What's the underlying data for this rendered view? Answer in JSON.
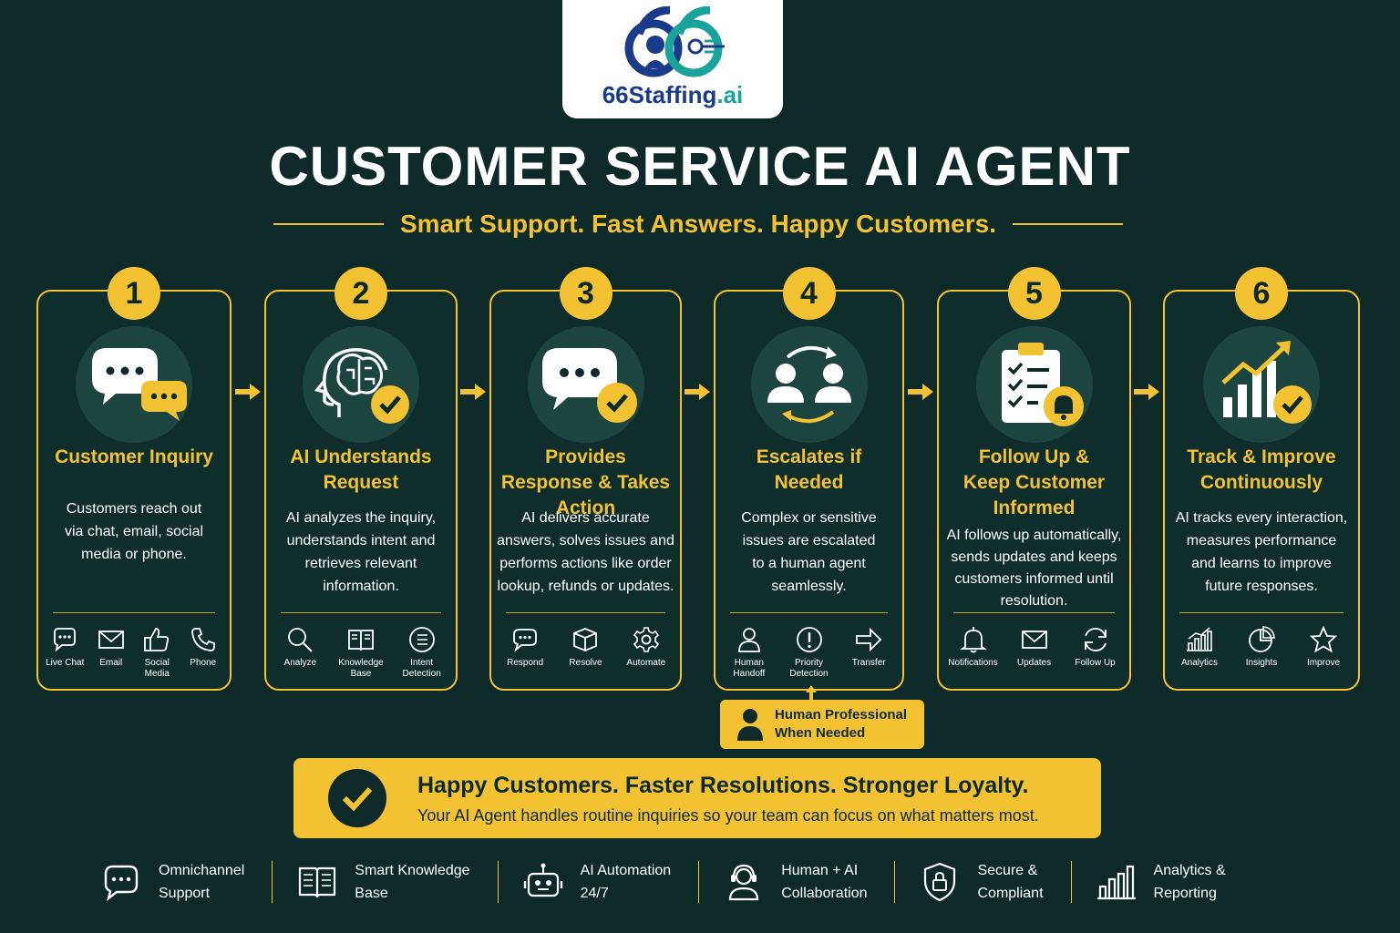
{
  "brand": {
    "name_main": "66Staffing",
    "name_suffix": ".ai"
  },
  "header": {
    "title": "CUSTOMER SERVICE AI AGENT",
    "subtitle": "Smart Support. Fast Answers. Happy Customers."
  },
  "colors": {
    "background": "#0d2a28",
    "accent": "#f2c233",
    "icon_circle": "#1d4540"
  },
  "steps": [
    {
      "number": "1",
      "title": "Customer Inquiry",
      "main_icon": "chat-bubbles-icon",
      "description": "Customers reach out via chat, email, social media or phone.",
      "channels": [
        {
          "label": "Live Chat",
          "icon": "chat-icon"
        },
        {
          "label": "Email",
          "icon": "mail-icon"
        },
        {
          "label": "Social Media",
          "icon": "thumbs-up-icon"
        },
        {
          "label": "Phone",
          "icon": "phone-icon"
        }
      ]
    },
    {
      "number": "2",
      "title": "AI Understands Request",
      "main_icon": "brain-check-icon",
      "description": "AI analyzes the inquiry, understands intent and retrieves relevant information.",
      "channels": [
        {
          "label": "Analyze",
          "icon": "magnifier-icon"
        },
        {
          "label": "Knowledge Base",
          "icon": "book-icon"
        },
        {
          "label": "Intent Detection",
          "icon": "list-circle-icon"
        }
      ]
    },
    {
      "number": "3",
      "title": "Provides Response & Takes Action",
      "main_icon": "chat-check-icon",
      "description": "AI delivers accurate answers, solves issues and performs actions like order lookup, refunds or updates.",
      "channels": [
        {
          "label": "Respond",
          "icon": "chat-icon"
        },
        {
          "label": "Resolve",
          "icon": "box-icon"
        },
        {
          "label": "Automate",
          "icon": "gear-icon"
        }
      ]
    },
    {
      "number": "4",
      "title": "Escalates if Needed",
      "main_icon": "people-exchange-icon",
      "description": "Complex or sensitive issues are escalated to a human agent seamlessly.",
      "channels": [
        {
          "label": "Human Handoff",
          "icon": "person-icon"
        },
        {
          "label": "Priority Detection",
          "icon": "alert-icon"
        },
        {
          "label": "Transfer",
          "icon": "arrow-right-icon"
        }
      ]
    },
    {
      "number": "5",
      "title": "Follow Up & Keep Customer Informed",
      "main_icon": "clipboard-bell-icon",
      "description": "AI follows up automatically, sends updates and keeps customers informed until resolution.",
      "channels": [
        {
          "label": "Notifications",
          "icon": "bell-icon"
        },
        {
          "label": "Updates",
          "icon": "mail-icon"
        },
        {
          "label": "Follow Up",
          "icon": "refresh-icon"
        }
      ]
    },
    {
      "number": "6",
      "title": "Track & Improve Continuously",
      "main_icon": "growth-chart-icon",
      "description": "AI tracks every interaction, measures performance and learns to improve future responses.",
      "channels": [
        {
          "label": "Analytics",
          "icon": "bar-chart-icon"
        },
        {
          "label": "Insights",
          "icon": "pie-chart-icon"
        },
        {
          "label": "Improve",
          "icon": "star-icon"
        }
      ]
    }
  ],
  "human_callout": {
    "line1": "Human Professional",
    "line2": "When Needed"
  },
  "banner": {
    "headline": "Happy Customers. Faster Resolutions. Stronger Loyalty.",
    "subline": "Your AI Agent handles routine inquiries so your team can focus on what matters most."
  },
  "features": [
    {
      "line1": "Omnichannel",
      "line2": "Support",
      "icon": "chat-icon"
    },
    {
      "line1": "Smart Knowledge",
      "line2": "Base",
      "icon": "book-icon"
    },
    {
      "line1": "AI Automation",
      "line2": "24/7",
      "icon": "robot-icon"
    },
    {
      "line1": "Human + AI",
      "line2": "Collaboration",
      "icon": "headset-person-icon"
    },
    {
      "line1": "Secure &",
      "line2": "Compliant",
      "icon": "shield-lock-icon"
    },
    {
      "line1": "Analytics &",
      "line2": "Reporting",
      "icon": "bar-chart-icon"
    }
  ]
}
